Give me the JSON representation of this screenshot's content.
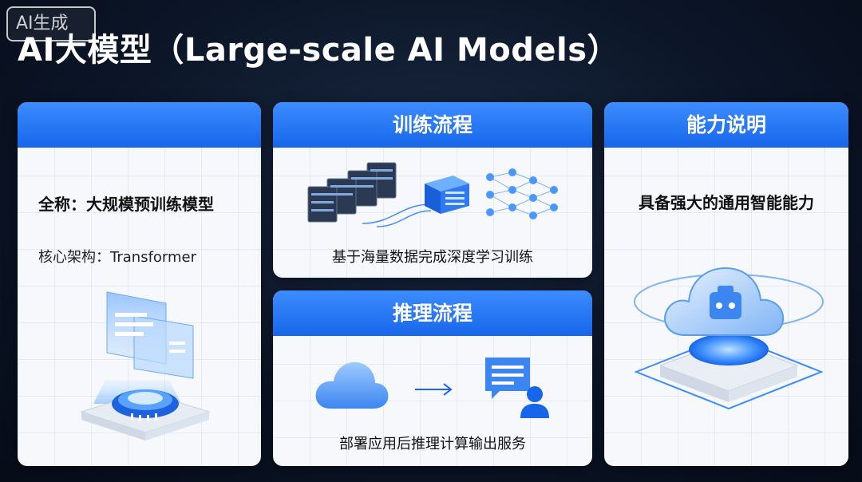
{
  "badge": "AI生成",
  "title": "AI大模型（Large-scale AI Models）",
  "cards": {
    "left": {
      "line1": "全称：大规模预训练模型",
      "line2": "核心架构：Transformer"
    },
    "training": {
      "header": "训练流程",
      "caption": "基于海量数据完成深度学习训练"
    },
    "inference": {
      "header": "推理流程",
      "caption": "部署应用后推理计算输出服务"
    },
    "capability": {
      "header": "能力说明",
      "line": "具备强大的通用智能能力"
    }
  },
  "icons": {
    "left": "ai-chip-hologram-icon",
    "training_servers": "server-rack-icon",
    "training_chip": "processor-icon",
    "training_network": "neural-network-icon",
    "inference_cloud": "cloud-icon",
    "inference_arrow": "arrow-right-icon",
    "inference_chat": "chat-user-icon",
    "capability": "cloud-robot-icon"
  },
  "colors": {
    "accent": "#1766ea",
    "background": "#0c1628"
  }
}
